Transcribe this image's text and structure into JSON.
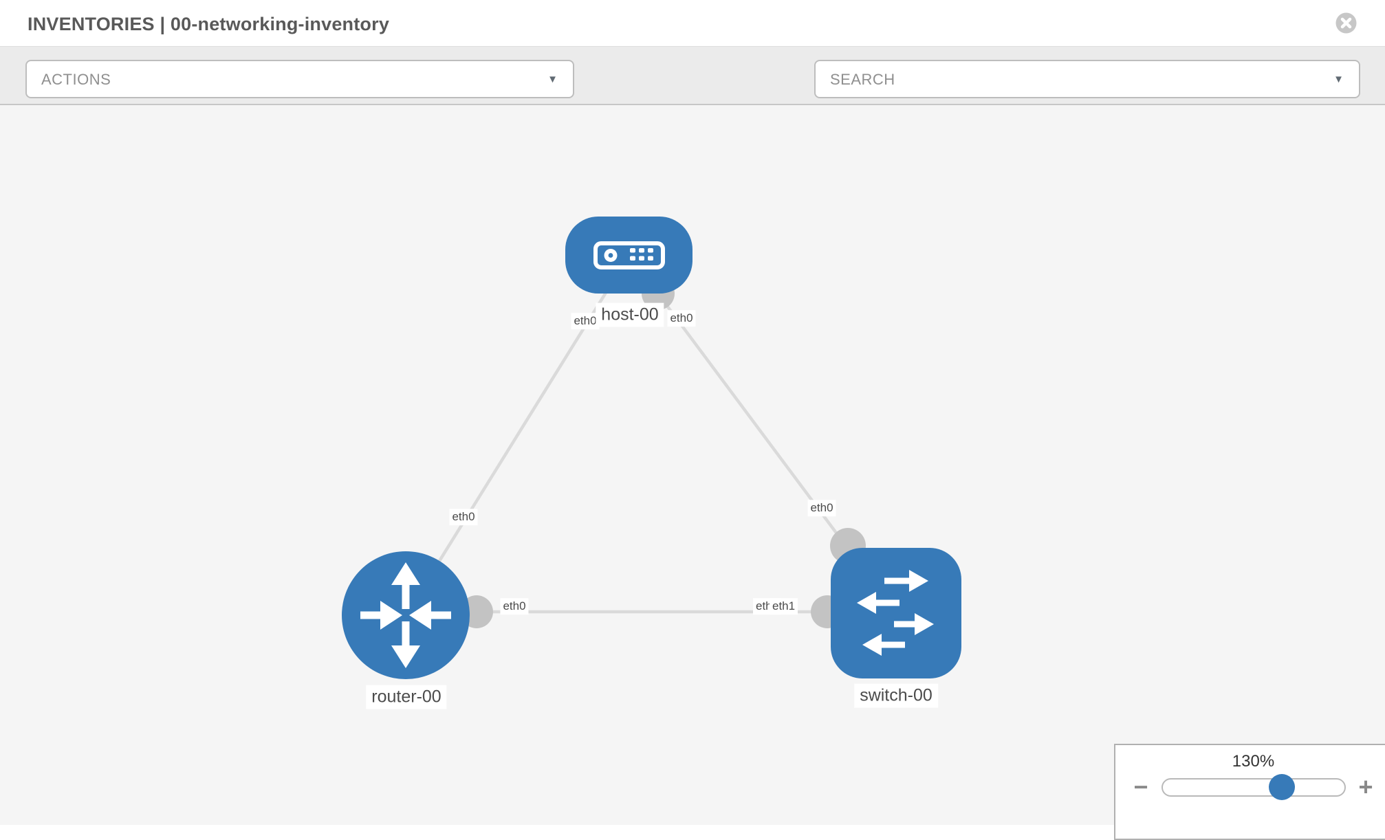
{
  "header": {
    "title": "INVENTORIES | 00-networking-inventory"
  },
  "toolbar": {
    "actions_label": "ACTIONS",
    "search_label": "SEARCH",
    "caret": "▼"
  },
  "topology": {
    "nodes": [
      {
        "id": "host-00",
        "type": "host",
        "label": "host-00"
      },
      {
        "id": "router-00",
        "type": "router",
        "label": "router-00"
      },
      {
        "id": "switch-00",
        "type": "switch",
        "label": "switch-00"
      }
    ],
    "links": [
      {
        "from": "host-00",
        "to": "router-00"
      },
      {
        "from": "host-00",
        "to": "switch-00"
      },
      {
        "from": "router-00",
        "to": "switch-00"
      }
    ],
    "iface_labels": [
      {
        "end": "host-00 on link to router-00",
        "text": "eth0"
      },
      {
        "end": "router-00 on link to host-00",
        "text": "eth0"
      },
      {
        "end": "host-00 on link to switch-00",
        "text": "eth0"
      },
      {
        "end": "switch-00 on link to host-00",
        "text": "eth0"
      },
      {
        "end": "router-00 on link to switch-00",
        "text": "eth0"
      },
      {
        "end": "switch-00 on link to router-00",
        "text": "eth0"
      },
      {
        "end": "switch-00 on link to router-00",
        "text": "eth1"
      }
    ]
  },
  "zoom_control": {
    "level": "130%",
    "minus": "−",
    "plus": "+"
  },
  "colors": {
    "node_blue": "#377ab8",
    "link_gray": "#dadada",
    "connector_gray": "#c3c3c3",
    "toolbar_bg": "#ebebeb",
    "canvas_bg": "#f5f5f5"
  }
}
